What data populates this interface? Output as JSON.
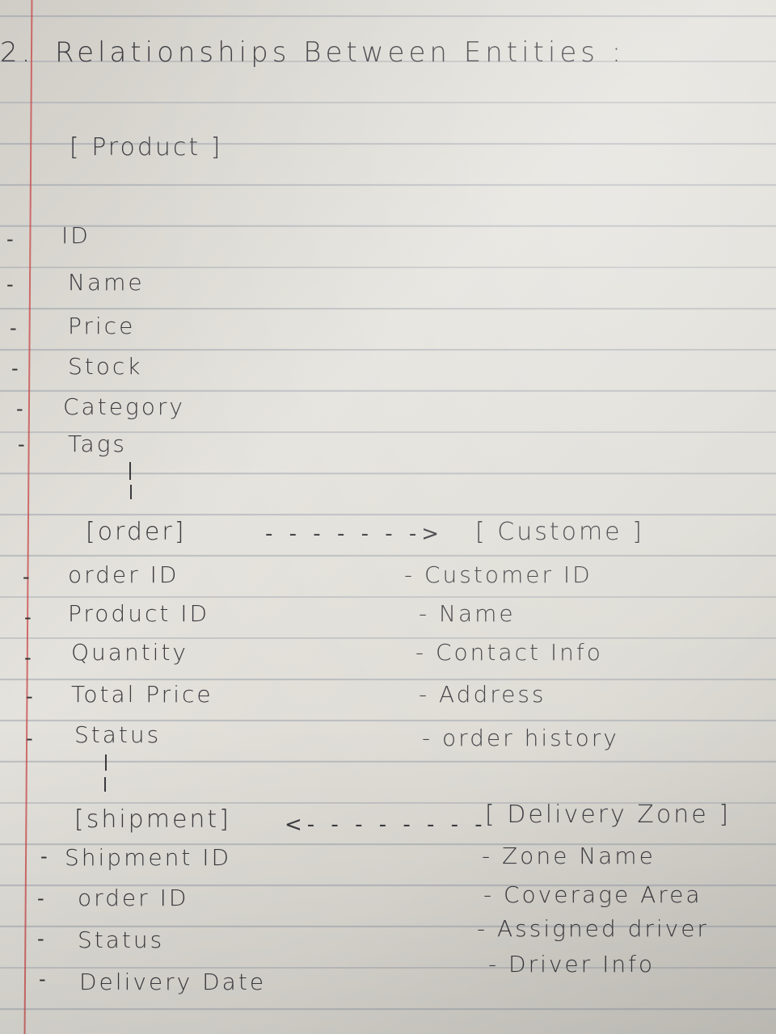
{
  "title": {
    "number": "2.",
    "text": "Relationships   Between   Entities :"
  },
  "product": {
    "heading": "[ Product ]",
    "fields": [
      "ID",
      "Name",
      "Price",
      "Stock",
      "Category",
      "Tags"
    ]
  },
  "order": {
    "heading": "[order]",
    "fields": [
      "order   ID",
      "Product  ID",
      "Quantity",
      "Total   Price",
      "Status"
    ]
  },
  "customer": {
    "heading": "[ Custome ]",
    "fields": [
      "- Customer ID",
      "- Name",
      "- Contact  Info",
      "- Address",
      "- order   history"
    ]
  },
  "shipment": {
    "heading": "[shipment]",
    "fields": [
      "Shipment  ID",
      "order    ID",
      "Status",
      "Delivery  Date"
    ]
  },
  "delivery_zone": {
    "heading": "[ Delivery  Zone ]",
    "fields": [
      "- Zone     Name",
      "- Coverage  Area",
      "- Assigned  driver",
      "- Driver  Info"
    ]
  },
  "arrows": {
    "order_to_customer": "- - - - - - ->",
    "zone_to_shipment": "<- - - - -  - - -"
  },
  "bullet_mark": "-"
}
